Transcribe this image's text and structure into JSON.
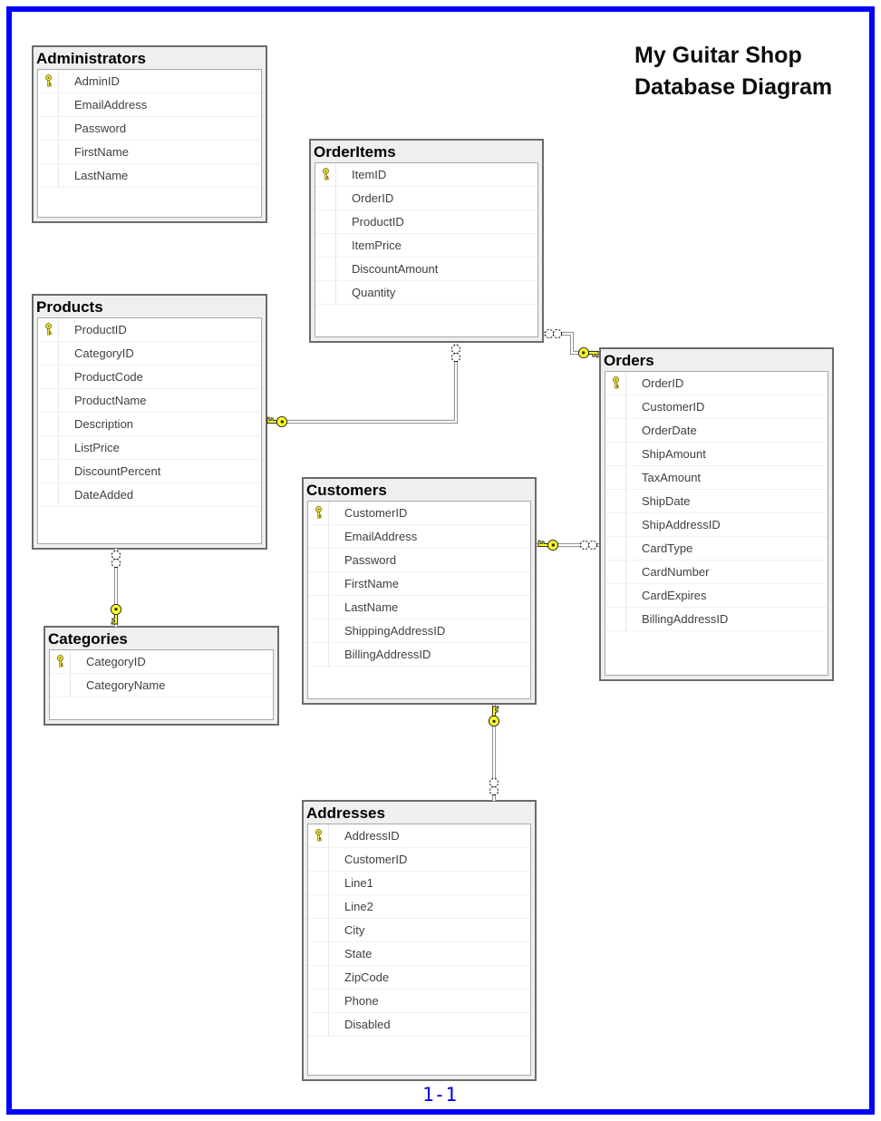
{
  "page": {
    "title_line1": "My Guitar Shop",
    "title_line2": "Database Diagram",
    "page_number": "1-1"
  },
  "colors": {
    "page_border": "#0202fc",
    "page_number_text": "#0000e0",
    "title_text": "#0d0d0d",
    "table_header_bg": "#efefef",
    "table_border": "#6b6b6b",
    "row_text": "#3f3f3f",
    "connector_line": "#8a8a8a",
    "key_icon_fill": "#ffff29"
  },
  "icons": {
    "primary_key": "key-icon",
    "one_end": "key-icon",
    "many_end": "infinity-icon"
  },
  "tables": [
    {
      "id": "administrators",
      "name": "Administrators",
      "columns": [
        {
          "name": "AdminID",
          "pk": true
        },
        {
          "name": "EmailAddress",
          "pk": false
        },
        {
          "name": "Password",
          "pk": false
        },
        {
          "name": "FirstName",
          "pk": false
        },
        {
          "name": "LastName",
          "pk": false
        }
      ]
    },
    {
      "id": "orderitems",
      "name": "OrderItems",
      "columns": [
        {
          "name": "ItemID",
          "pk": true
        },
        {
          "name": "OrderID",
          "pk": false
        },
        {
          "name": "ProductID",
          "pk": false
        },
        {
          "name": "ItemPrice",
          "pk": false
        },
        {
          "name": "DiscountAmount",
          "pk": false
        },
        {
          "name": "Quantity",
          "pk": false
        }
      ]
    },
    {
      "id": "products",
      "name": "Products",
      "columns": [
        {
          "name": "ProductID",
          "pk": true
        },
        {
          "name": "CategoryID",
          "pk": false
        },
        {
          "name": "ProductCode",
          "pk": false
        },
        {
          "name": "ProductName",
          "pk": false
        },
        {
          "name": "Description",
          "pk": false
        },
        {
          "name": "ListPrice",
          "pk": false
        },
        {
          "name": "DiscountPercent",
          "pk": false
        },
        {
          "name": "DateAdded",
          "pk": false
        }
      ]
    },
    {
      "id": "orders",
      "name": "Orders",
      "columns": [
        {
          "name": "OrderID",
          "pk": true
        },
        {
          "name": "CustomerID",
          "pk": false
        },
        {
          "name": "OrderDate",
          "pk": false
        },
        {
          "name": "ShipAmount",
          "pk": false
        },
        {
          "name": "TaxAmount",
          "pk": false
        },
        {
          "name": "ShipDate",
          "pk": false
        },
        {
          "name": "ShipAddressID",
          "pk": false
        },
        {
          "name": "CardType",
          "pk": false
        },
        {
          "name": "CardNumber",
          "pk": false
        },
        {
          "name": "CardExpires",
          "pk": false
        },
        {
          "name": "BillingAddressID",
          "pk": false
        }
      ]
    },
    {
      "id": "customers",
      "name": "Customers",
      "columns": [
        {
          "name": "CustomerID",
          "pk": true
        },
        {
          "name": "EmailAddress",
          "pk": false
        },
        {
          "name": "Password",
          "pk": false
        },
        {
          "name": "FirstName",
          "pk": false
        },
        {
          "name": "LastName",
          "pk": false
        },
        {
          "name": "ShippingAddressID",
          "pk": false
        },
        {
          "name": "BillingAddressID",
          "pk": false
        }
      ]
    },
    {
      "id": "categories",
      "name": "Categories",
      "columns": [
        {
          "name": "CategoryID",
          "pk": true
        },
        {
          "name": "CategoryName",
          "pk": false
        }
      ]
    },
    {
      "id": "addresses",
      "name": "Addresses",
      "columns": [
        {
          "name": "AddressID",
          "pk": true
        },
        {
          "name": "CustomerID",
          "pk": false
        },
        {
          "name": "Line1",
          "pk": false
        },
        {
          "name": "Line2",
          "pk": false
        },
        {
          "name": "City",
          "pk": false
        },
        {
          "name": "State",
          "pk": false
        },
        {
          "name": "ZipCode",
          "pk": false
        },
        {
          "name": "Phone",
          "pk": false
        },
        {
          "name": "Disabled",
          "pk": false
        }
      ]
    }
  ],
  "relationships": [
    {
      "name": "Categories-Products",
      "one": "Categories",
      "many": "Products"
    },
    {
      "name": "Products-OrderItems",
      "one": "Products",
      "many": "OrderItems"
    },
    {
      "name": "Orders-OrderItems",
      "one": "Orders",
      "many": "OrderItems"
    },
    {
      "name": "Customers-Orders",
      "one": "Customers",
      "many": "Orders"
    },
    {
      "name": "Customers-Addresses",
      "one": "Customers",
      "many": "Addresses"
    }
  ]
}
